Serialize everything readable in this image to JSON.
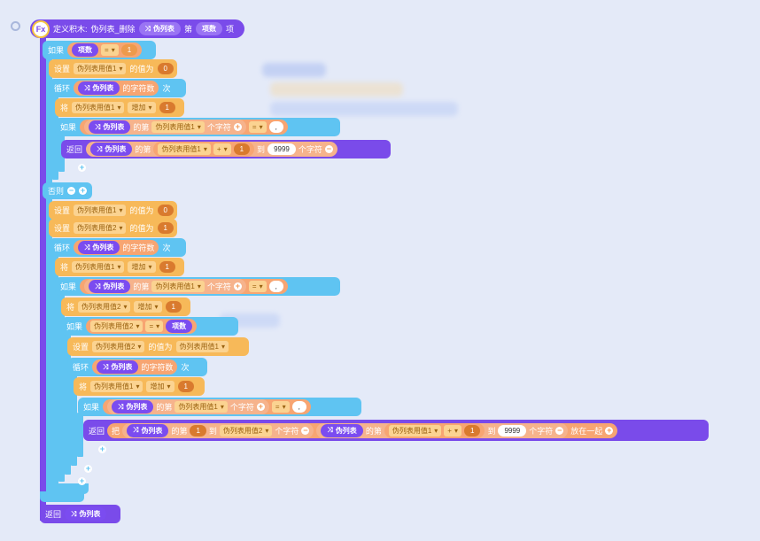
{
  "definition": {
    "label": "定义积木:",
    "name": "伪列表_删除",
    "param1": "伪列表",
    "mid": "第",
    "param2": "项数",
    "tail": "项"
  },
  "words": {
    "if": "如果",
    "else": "否则",
    "set": "设置",
    "set_to": "的值为",
    "loop": "循环",
    "times": "次",
    "change": "将",
    "increase": "增加",
    "return": "返回",
    "pseudo_list": "伪列表",
    "char_count": "的字符数",
    "of_nth": "的第",
    "char": "个字符",
    "to": "到",
    "concat": "把",
    "put_together": "放在一起",
    "items": "项数",
    "chars": "个字符"
  },
  "vars": {
    "v1": "伪列表用值1",
    "v2": "伪列表用值2"
  },
  "operators": {
    "eq": "=",
    "plus": "+"
  },
  "values": {
    "one": "1",
    "zero": "0",
    "big": "9999",
    "comma": ","
  },
  "colors": {
    "control": "#5fc4f2",
    "variable": "#f7b959",
    "procedure": "#7a4bea",
    "operator": "#f7a572",
    "background": "#e4eaf8"
  }
}
